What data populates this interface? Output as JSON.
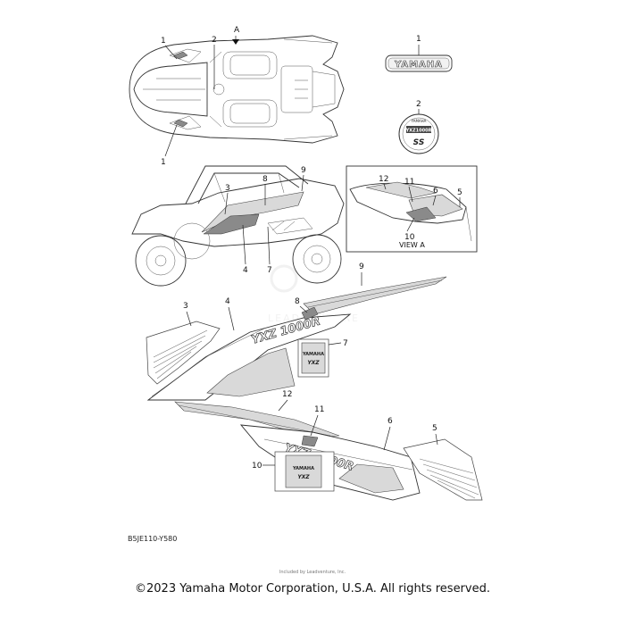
{
  "callouts": [
    "1",
    "2",
    "3",
    "4",
    "5",
    "6",
    "7",
    "8",
    "9",
    "10",
    "11",
    "12"
  ],
  "view_arrow_label": "A",
  "view_label": "VIEW A",
  "emblem_1_text": "YAMAHA",
  "emblem_2_lines": [
    "YAMAHA",
    "YXZ1000R",
    "SS"
  ],
  "decal_badge_lines": [
    "YAMAHA",
    "YXZ"
  ],
  "decal_model_text": "YXZ 1000R",
  "part_code": "B5JE110-Y580",
  "copyright": "©2023 Yamaha Motor Corporation, U.S.A. All rights reserved.",
  "byline": "Included by Leadventure, Inc."
}
